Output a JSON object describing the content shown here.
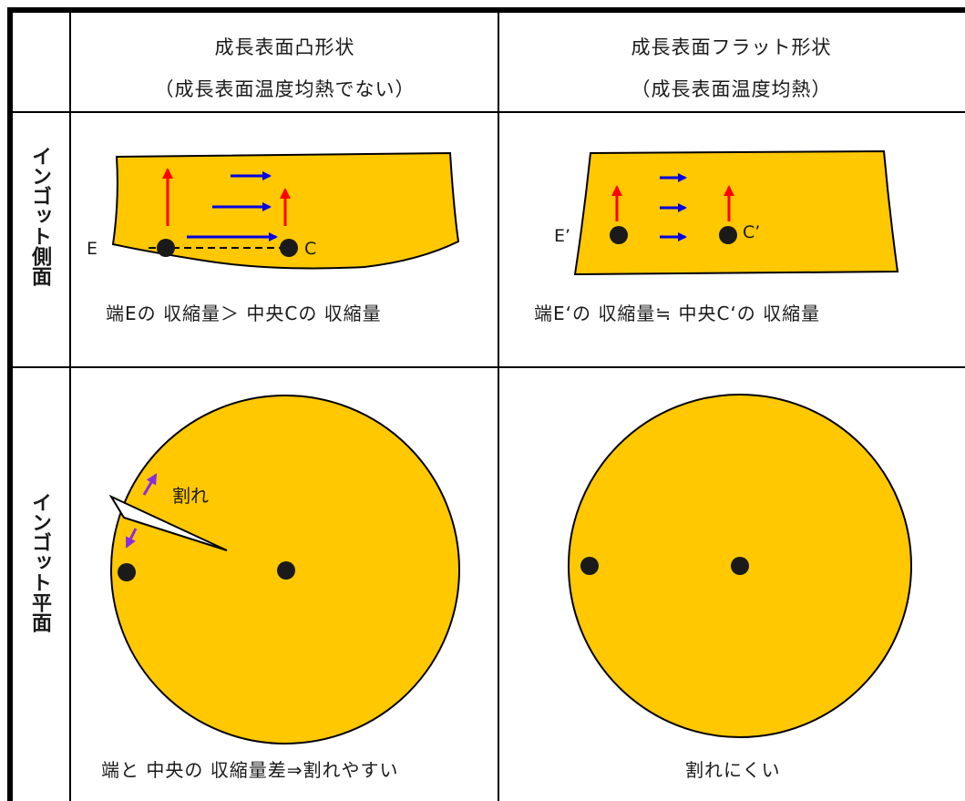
{
  "header": {
    "col1_line1": "成長表面凸形状",
    "col1_line2": "（成長表面温度均熱でない）",
    "col2_line1": "成長表面フラット形状",
    "col2_line2": "（成長表面温度均熱）"
  },
  "rows": {
    "side_label": "インゴット側面",
    "plane_label": "インゴット平面"
  },
  "side_convex": {
    "edge_label": "E",
    "center_label": "C",
    "caption": "端Eの 収縮量＞ 中央Cの 収縮量"
  },
  "side_flat": {
    "edge_label": "E’",
    "center_label": "C’",
    "caption": "端E‘の 収縮量≒ 中央C‘の 収縮量"
  },
  "plane_convex": {
    "crack_label": "割れ",
    "caption": "端と 中央の 収縮量差⇒割れやすい"
  },
  "plane_flat": {
    "caption": "割れにくい"
  },
  "colors": {
    "ingot_fill": "#ffc800",
    "shrink_arrow": "#0000e6",
    "stress_arrow": "#ff0000",
    "crack_arrow": "#8a2be2",
    "point": "#1a1a1a"
  }
}
